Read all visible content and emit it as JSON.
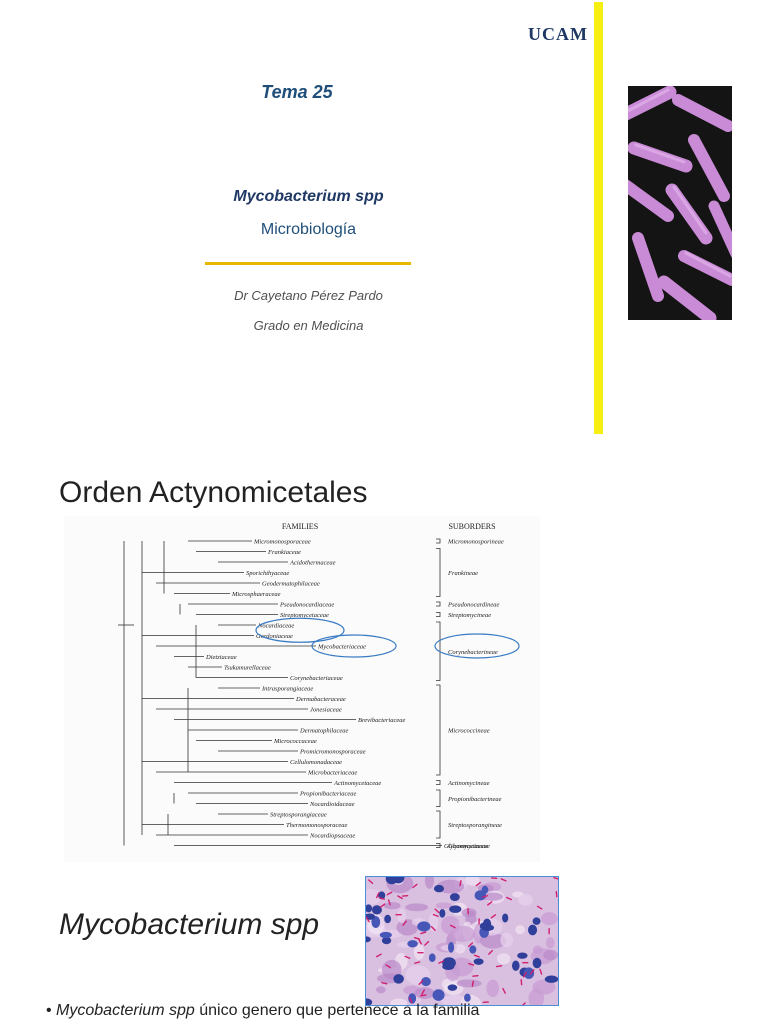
{
  "slide1": {
    "brand": "UCAM",
    "tema": "Tema 25",
    "subtitle": "Mycobacterium spp",
    "course": "Microbiología",
    "author": "Dr Cayetano Pérez Pardo",
    "degree": "Grado en Medicina",
    "colors": {
      "accent_bar": "#f7ef12",
      "gold_line": "#e6b800",
      "title_blue": "#1f4e79"
    }
  },
  "slide2": {
    "title": "Orden Actynomicetales",
    "figure": {
      "families_header": "FAMILIES",
      "suborders_header": "SUBORDERS",
      "families": [
        "Micromonosporaceae",
        "Frankiaceae",
        "Acidothermaceae",
        "Sporichthyaceae",
        "Geodermatophilaceae",
        "Microsphaeraceae",
        "Pseudonocardiaceae",
        "Streptomycetaceae",
        "Nocardiaceae",
        "Gordoniaceae",
        "Mycobacteriaceae",
        "Dietziaceae",
        "Tsukamurellaceae",
        "Corynebacteriaceae",
        "Intrasporangiaceae",
        "Dermabacteraceae",
        "Jonesiaceae",
        "Brevibacteriaceae",
        "Dermatophilaceae",
        "Micrococcaceae",
        "Promicromonosporaceae",
        "Cellulomonadaceae",
        "Microbacteriaceae",
        "Actinomycetaceae",
        "Propionibacteriaceae",
        "Nocardioidaceae",
        "Streptosporangiaceae",
        "Thermomonosporaceae",
        "Nocardiopsaceae",
        "Glycomycetaceae"
      ],
      "suborders": [
        "Micromonosporineae",
        "Frankineae",
        "Pseudonocardineae",
        "Streptomycineae",
        "Corynebacterineae",
        "Micrococcineae",
        "Actinomycineae",
        "Propionibacterineae",
        "Streptosporangineae",
        "Glycomycineae"
      ],
      "highlight_color": "#3a7cc4"
    }
  },
  "slide3": {
    "title": "Mycobacterium spp",
    "bullet_italic": "Mycobacterium spp",
    "bullet_rest": " único genero  que pertenece a la familia"
  }
}
